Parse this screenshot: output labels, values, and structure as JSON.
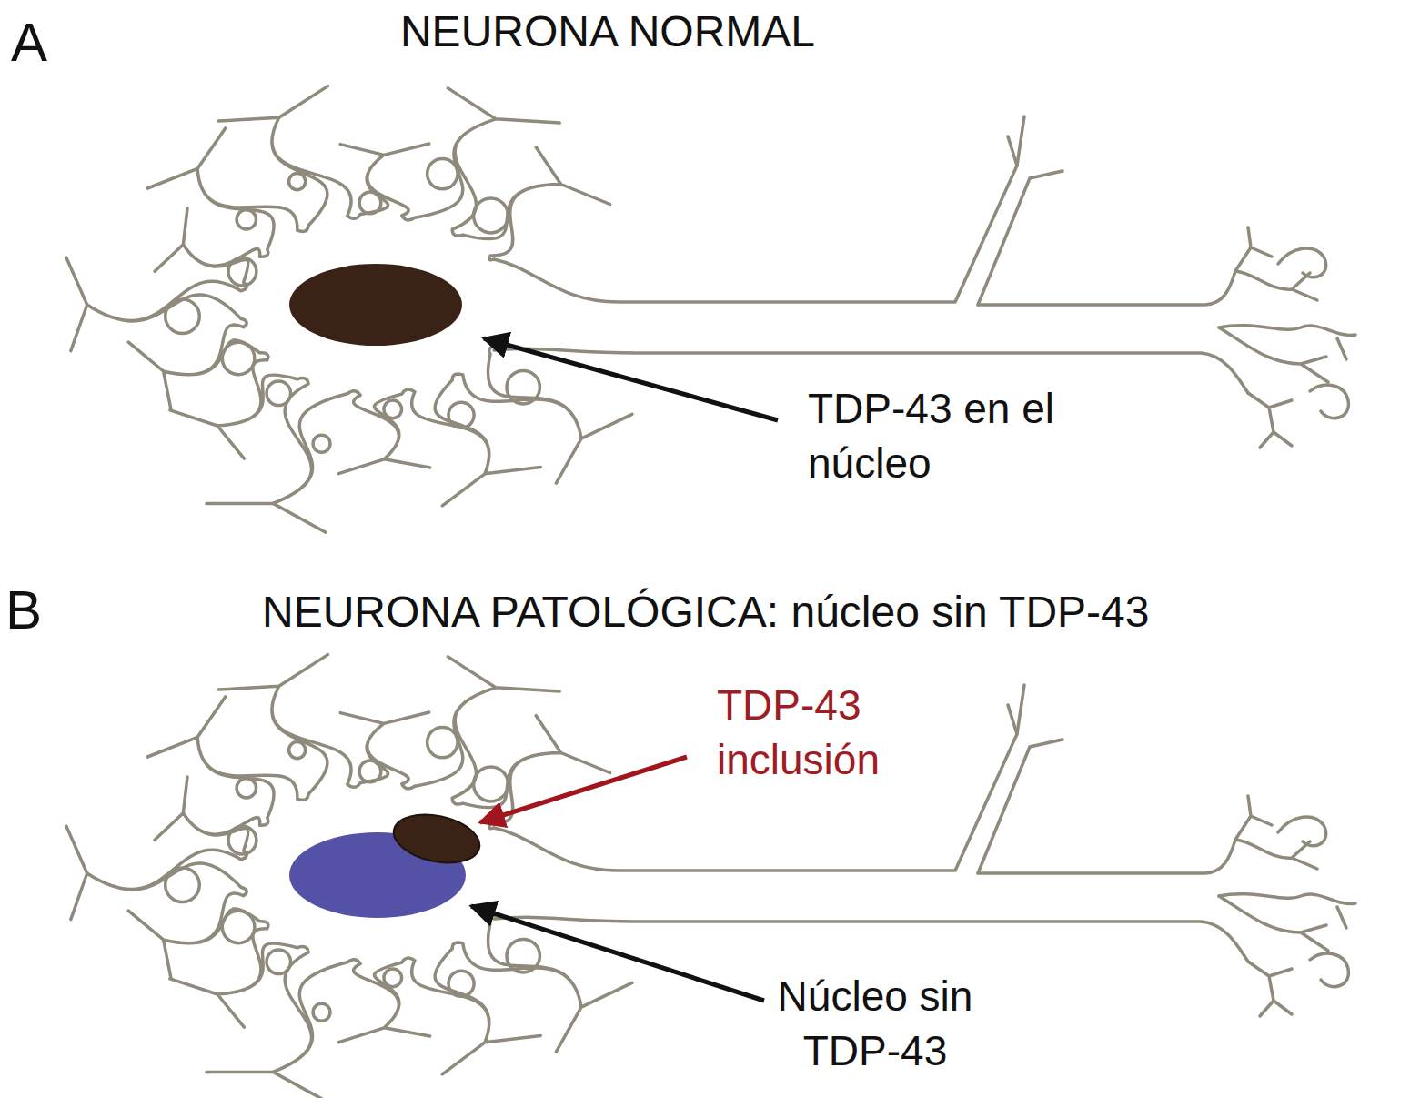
{
  "diagram": {
    "labels": [
      "A",
      "NEURONA NORMAL",
      "TDP-43 en el núcleo",
      "B",
      "NEURONA PATOLÓGICA: núcleo sin TDP-43",
      "TDP-43 inclusión",
      "Núcleo sin TDP-43"
    ]
  }
}
